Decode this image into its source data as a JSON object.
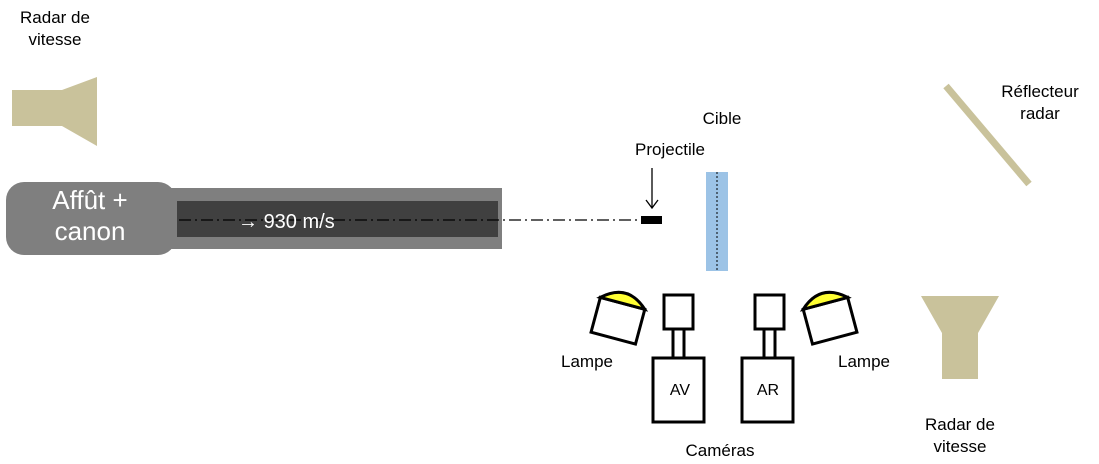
{
  "labels": {
    "radar_top": [
      "Radar de",
      "vitesse"
    ],
    "radar_bottom": [
      "Radar de",
      "vitesse"
    ],
    "reflector": [
      "Réflecteur",
      "radar"
    ],
    "target": "Cible",
    "projectile": "Projectile",
    "gun": [
      "Affût +",
      "canon"
    ],
    "speed": "930 m/s",
    "speed_arrow": "→",
    "lamp_left": "Lampe",
    "lamp_right": "Lampe",
    "camera_front": "AV",
    "camera_rear": "AR",
    "cameras": "Caméras"
  },
  "colors": {
    "radar": "#c9c29b",
    "gun_outer": "#7f7f7f",
    "barrel": "#404040",
    "target": "#9cc3e6",
    "lamp_light": "#ffff33",
    "reflector": "#c9c29b"
  }
}
